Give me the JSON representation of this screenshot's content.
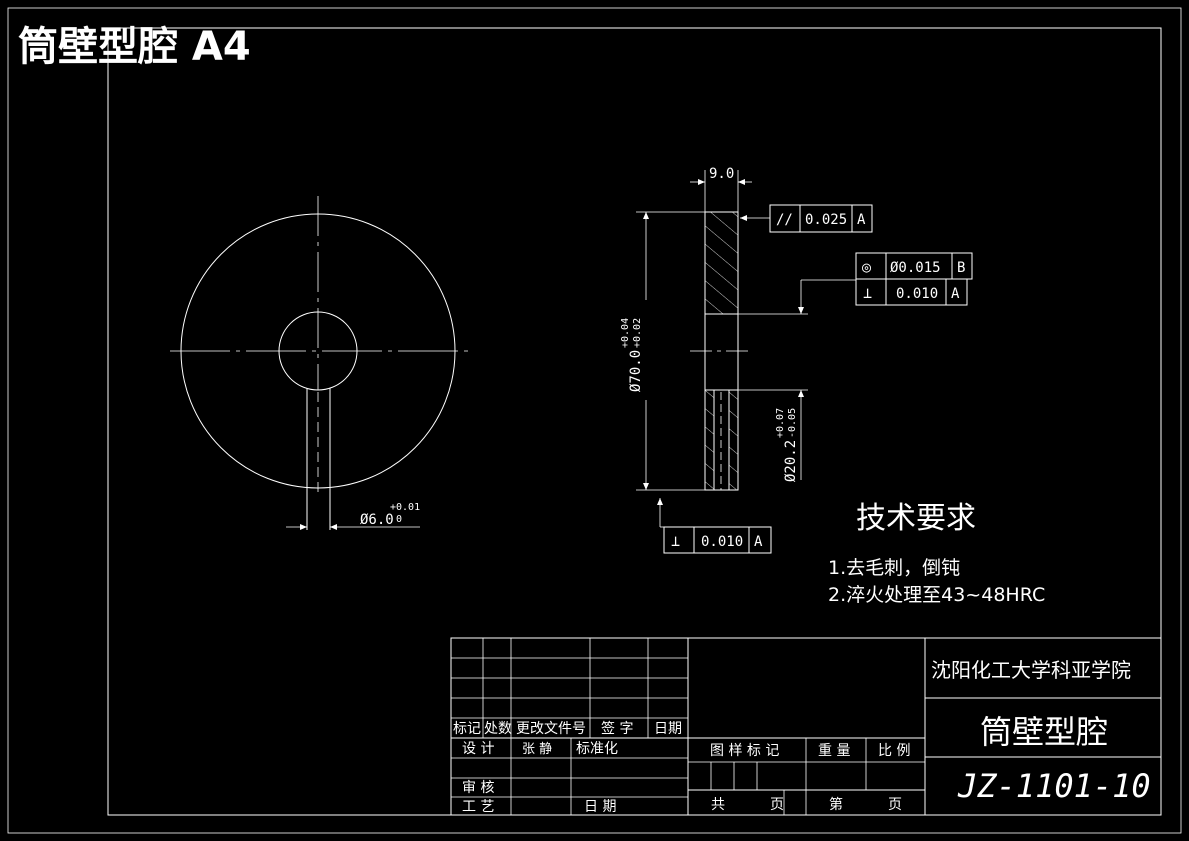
{
  "header": {
    "title": "筒壁型腔 A4",
    "title_color": "#ffff00"
  },
  "drawing": {
    "dim_width": "9.0",
    "dim_outer_dia": "Ø70.0",
    "dim_outer_tol_upper": "+0.04",
    "dim_outer_tol_lower": "+0.02",
    "dim_bore_dia": "Ø20.2",
    "dim_bore_tol_upper": "+0.07",
    "dim_bore_tol_lower": "-0.05",
    "dim_slot": "Ø6.0",
    "dim_slot_tol_upper": "+0.01",
    "dim_slot_tol_lower": "0",
    "fcf_parallel": {
      "symbol": "//",
      "value": "0.025",
      "datum": "A"
    },
    "fcf_concentric": {
      "symbol": "◎",
      "value": "Ø0.015",
      "datum": "B"
    },
    "fcf_perp_right": {
      "symbol": "⊥",
      "value": "0.010",
      "datum": "A"
    },
    "fcf_perp_bottom": {
      "symbol": "⊥",
      "value": "0.010",
      "datum": "A"
    }
  },
  "requirements": {
    "heading": "技术要求",
    "items": [
      "1.去毛刺，倒钝",
      "2.淬火处理至43~48HRC"
    ]
  },
  "title_block": {
    "school": "沈阳化工大学科亚学院",
    "part_name": "筒壁型腔",
    "drawing_no": "JZ-1101-10",
    "rev_headers": [
      "标记",
      "处数",
      "更改文件号",
      "签 字",
      "日期"
    ],
    "design_label": "设 计",
    "designer": "张 静",
    "standard_label": "标准化",
    "review_label": "审 核",
    "process_label": "工 艺",
    "date_label": "日 期",
    "stage_label": "图 样 标 记",
    "weight_label": "重 量",
    "scale_label": "比 例",
    "total_label": "共",
    "sheet_label": "页",
    "page_label": "第",
    "page_sheet_label": "页"
  }
}
